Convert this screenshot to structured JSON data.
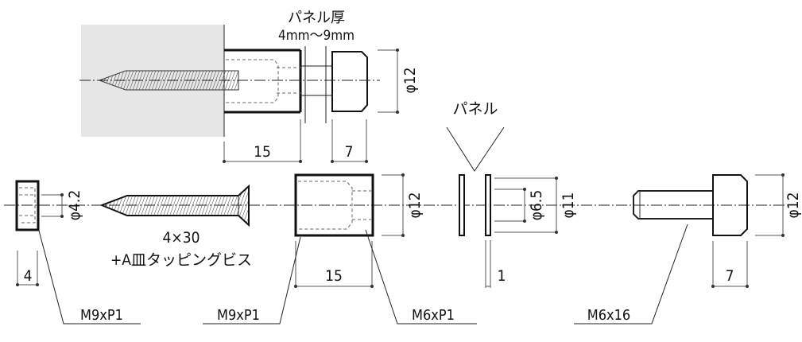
{
  "assembly": {
    "panel_thickness_label": "パネル厚",
    "panel_thickness_range": "4mm〜9mm",
    "sleeve_length": "15",
    "cap_length": "7",
    "diameter": "φ12"
  },
  "parts": {
    "nut": {
      "diameter": "φ4.2",
      "thickness": "4",
      "thread": "M9xP1"
    },
    "screw": {
      "size": "4×30",
      "name": "+A皿タッピングビス"
    },
    "sleeve": {
      "diameter": "φ12",
      "length": "15",
      "outer_thread": "M9xP1",
      "inner_thread": "M6xP1"
    },
    "panel": {
      "label": "パネル",
      "inner_diameter": "φ6.5",
      "outer_diameter": "φ11",
      "thickness": "1"
    },
    "cap_bolt": {
      "diameter": "φ12",
      "length": "7",
      "thread": "M6x16"
    }
  },
  "colors": {
    "wall": "#e6e6e6",
    "line": "#111111"
  }
}
